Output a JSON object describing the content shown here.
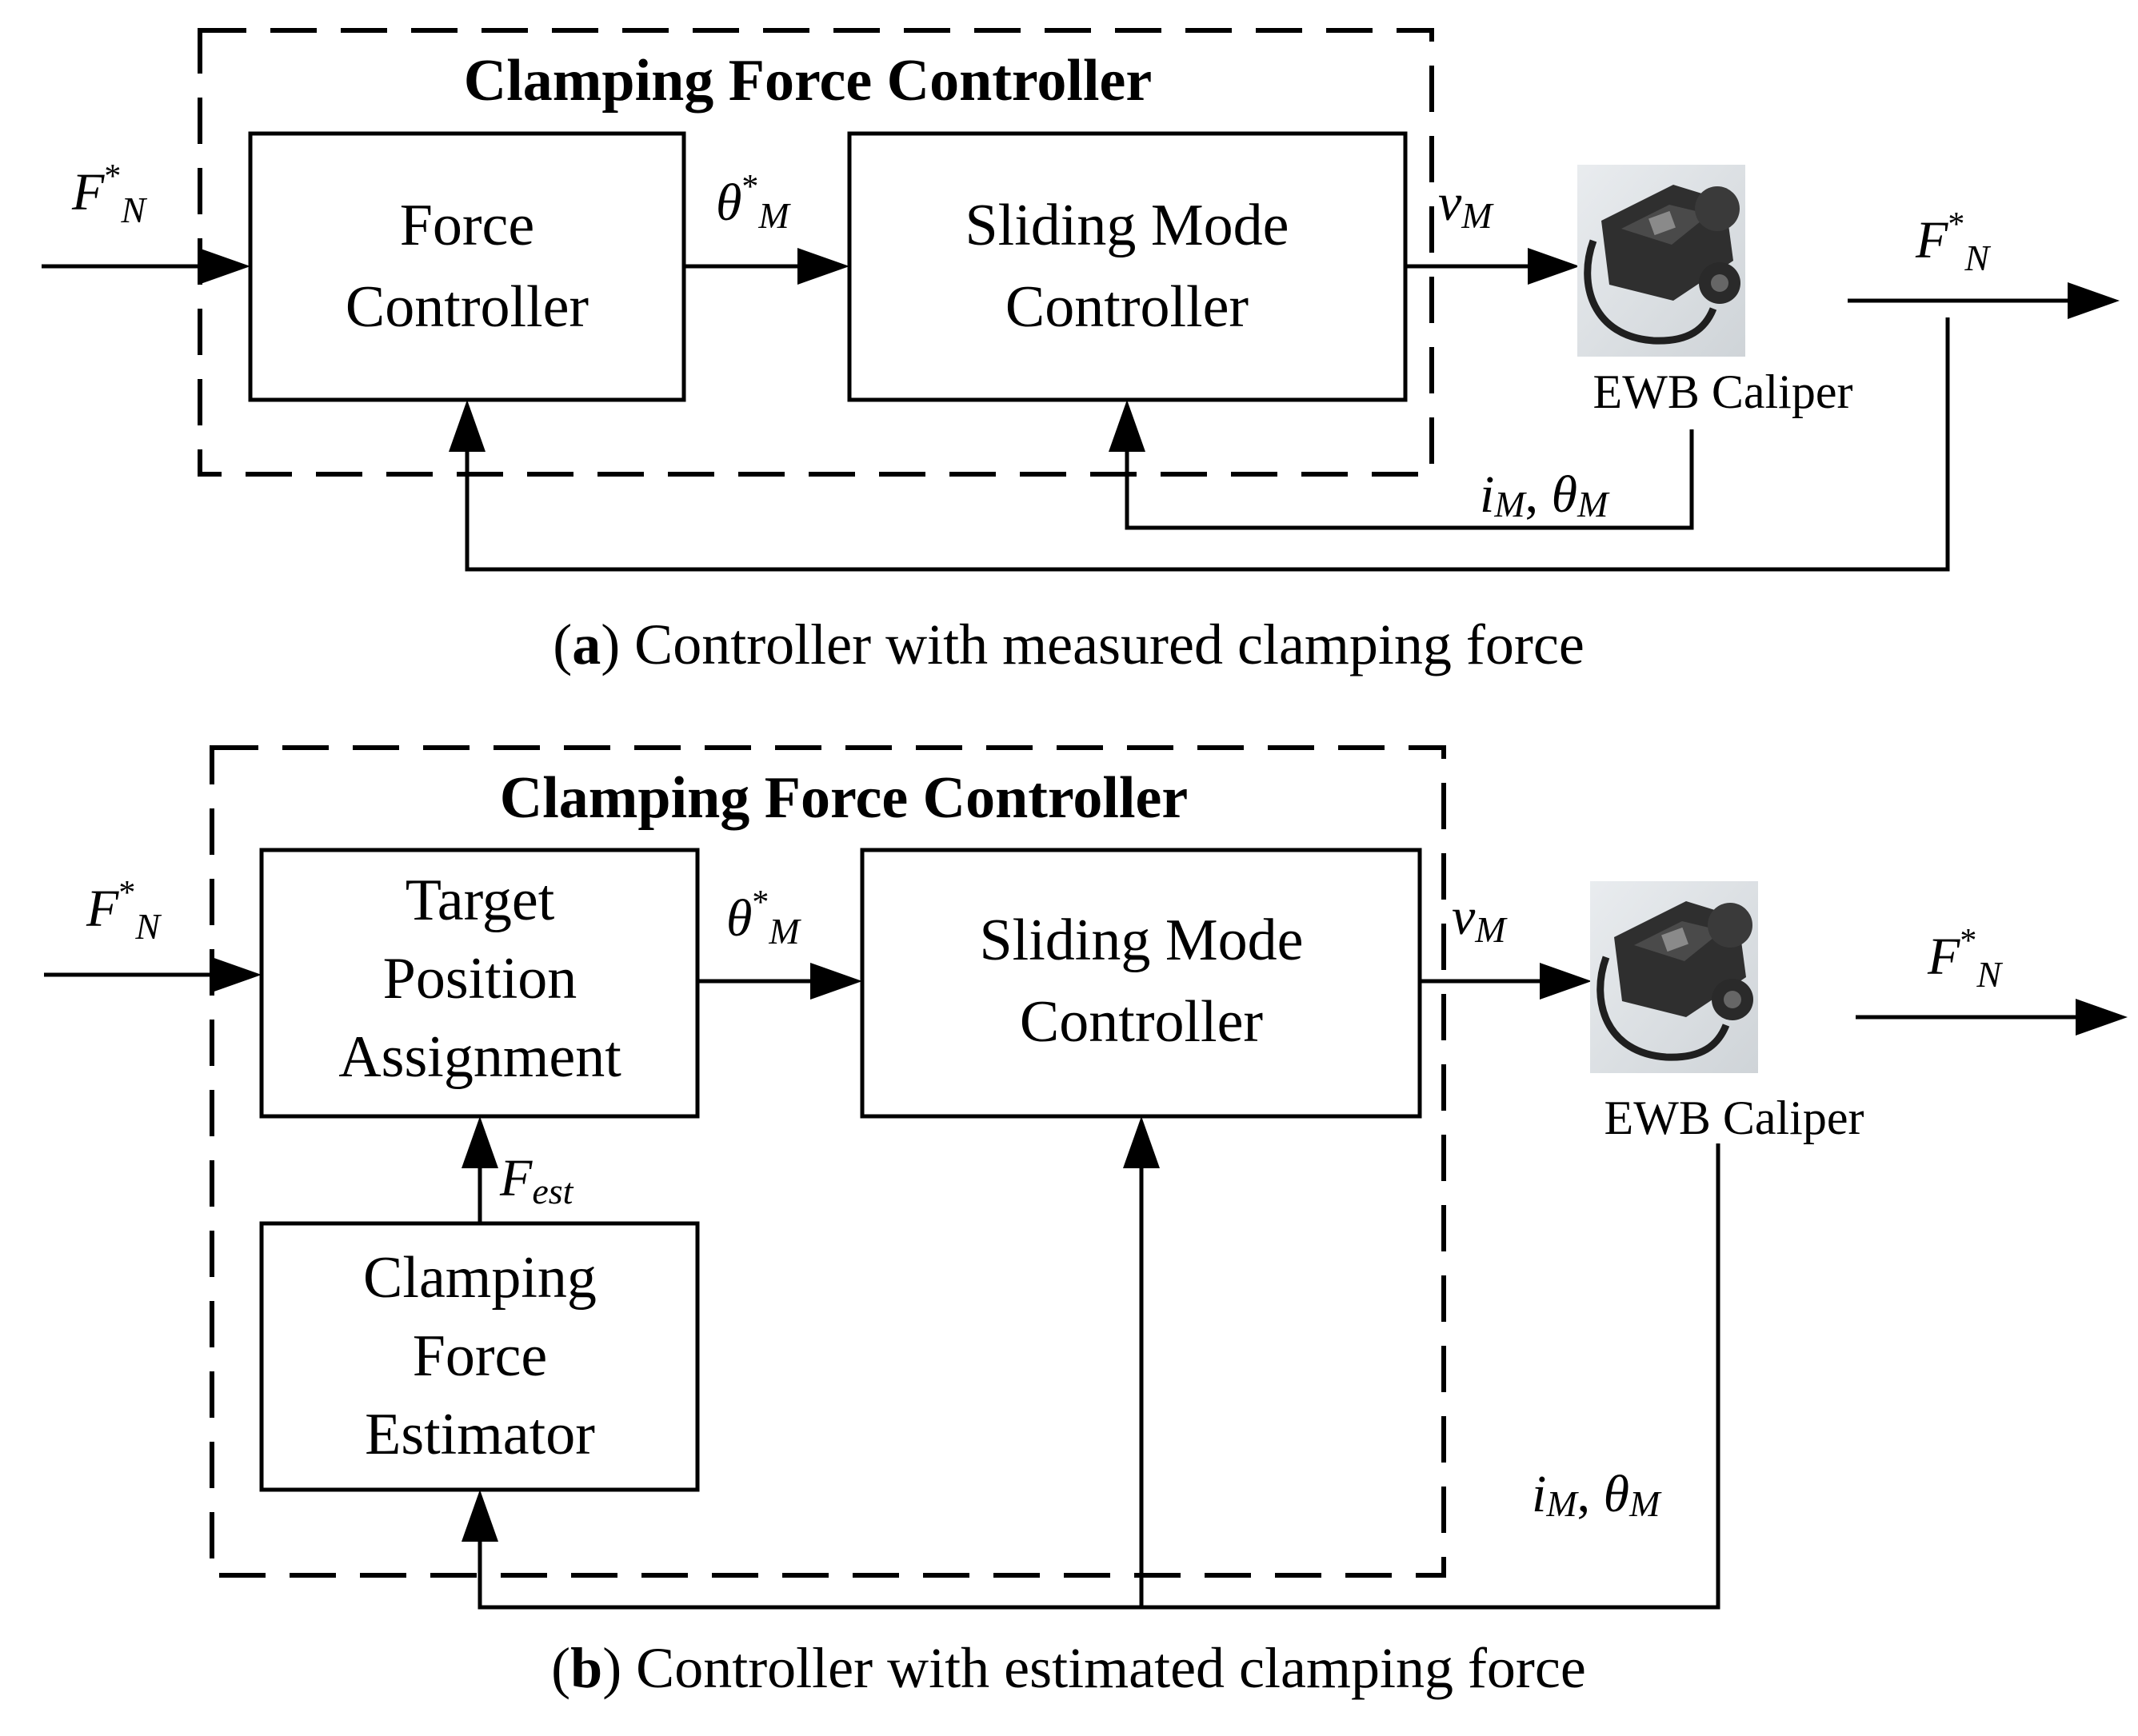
{
  "panel_a": {
    "group_title": "Clamping Force Controller",
    "block_force_controller": [
      "Force",
      "Controller"
    ],
    "block_sliding_mode": [
      "Sliding Mode",
      "Controller"
    ],
    "plant_label": "EWB Caliper",
    "signals": {
      "input": {
        "main": "F",
        "sup": "*",
        "sub": "N"
      },
      "theta_ref": {
        "main": "θ",
        "sup": "*",
        "sub": "M"
      },
      "v": {
        "main": "v",
        "sub": "M"
      },
      "output": {
        "main": "F",
        "sup": "*",
        "sub": "N"
      },
      "feedback": {
        "i": "i",
        "i_sub": "M",
        "sep": ", ",
        "theta": "θ",
        "theta_sub": "M"
      }
    },
    "caption": {
      "open": "(",
      "letter": "a",
      "close": ")",
      "text": " Controller with measured clamping force"
    }
  },
  "panel_b": {
    "group_title": "Clamping Force Controller",
    "block_target_position": [
      "Target",
      "Position",
      "Assignment"
    ],
    "block_sliding_mode": [
      "Sliding Mode",
      "Controller"
    ],
    "block_estimator": [
      "Clamping",
      "Force",
      "Estimator"
    ],
    "plant_label": "EWB Caliper",
    "signals": {
      "input": {
        "main": "F",
        "sup": "*",
        "sub": "N"
      },
      "theta_ref": {
        "main": "θ",
        "sup": "*",
        "sub": "M"
      },
      "v": {
        "main": "v",
        "sub": "M"
      },
      "output": {
        "main": "F",
        "sup": "*",
        "sub": "N"
      },
      "estimate": {
        "main": "F",
        "sub": "est"
      },
      "feedback": {
        "i": "i",
        "i_sub": "M",
        "sep": ", ",
        "theta": "θ",
        "theta_sub": "M"
      }
    },
    "caption": {
      "open": "(",
      "letter": "b",
      "close": ")",
      "text": " Controller with estimated clamping force"
    }
  },
  "colors": {
    "line": "#000000",
    "background": "#ffffff",
    "caliper_body": "#2f2f2f"
  }
}
